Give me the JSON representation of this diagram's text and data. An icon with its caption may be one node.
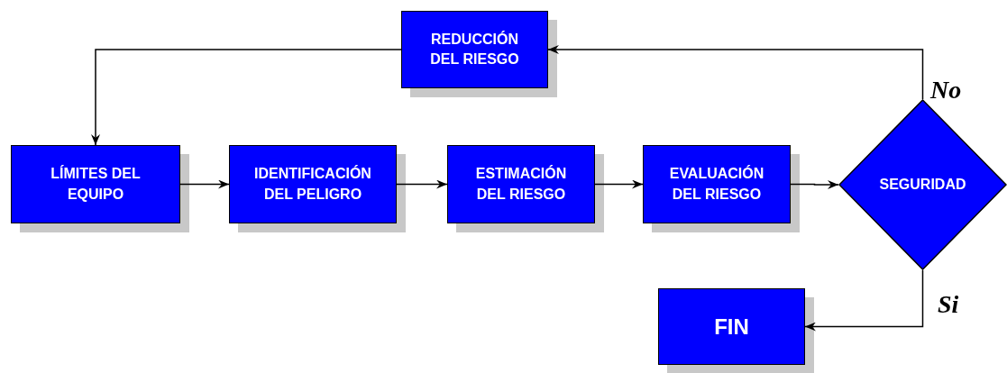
{
  "diagram": {
    "nodes": [
      {
        "text": [
          "REDUCCIÓN DEL RIESGO"
        ]
      },
      {
        "text": [
          "LÍMITES DEL EQUIPO"
        ]
      },
      {
        "text": [
          "IDENTIFICACIÓN DEL PELIGRO"
        ]
      },
      {
        "text": [
          "ESTIMACIÓN DEL RIESGO"
        ]
      },
      {
        "text": [
          "EVALUACIÓN DEL RIESGO"
        ]
      },
      {
        "text": [
          "SEGURIDAD"
        ]
      },
      {
        "text": [
          "FIN"
        ]
      }
    ],
    "edges": [
      {
        "from": 0,
        "to": 1,
        "arrow": "to"
      },
      {
        "from": 1,
        "to": 2,
        "arrow": "to"
      },
      {
        "from": 2,
        "to": 3,
        "arrow": "to"
      },
      {
        "from": 3,
        "to": 4,
        "arrow": "to"
      },
      {
        "from": 4,
        "to": 5,
        "arrow": "to"
      },
      {
        "from": 5,
        "to": 0,
        "label": "No",
        "arrow": "to"
      },
      {
        "from": 5,
        "to": 6,
        "label": "Si",
        "arrow": "to"
      }
    ]
  }
}
